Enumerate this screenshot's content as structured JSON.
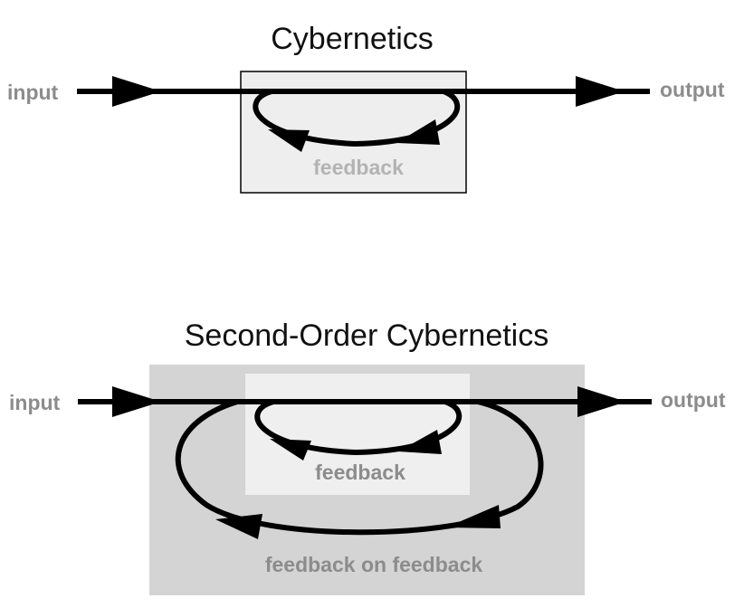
{
  "diagram1": {
    "title": "Cybernetics",
    "input_label": "input",
    "output_label": "output",
    "feedback_label": "feedback"
  },
  "diagram2": {
    "title": "Second-Order Cybernetics",
    "input_label": "input",
    "output_label": "output",
    "feedback_label": "feedback",
    "feedback_on_feedback_label": "feedback on feedback"
  },
  "colors": {
    "line": "#000000",
    "label_gray": "#8c8c8c",
    "light_box": "#eeeeee",
    "outer_box": "#d4d4d4",
    "inner_box": "#efefef"
  }
}
